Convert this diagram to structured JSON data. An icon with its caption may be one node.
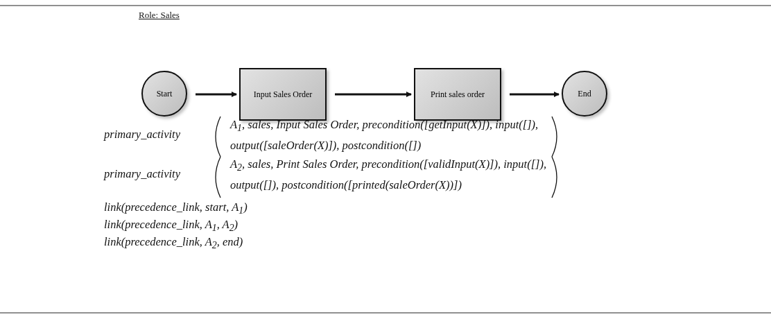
{
  "diagram": {
    "nodes": [
      {
        "text": [
          "Start"
        ]
      },
      {
        "text": [
          "Input Sales Order"
        ]
      },
      {
        "text": [
          "Print sales order"
        ]
      },
      {
        "text": [
          "End"
        ]
      }
    ],
    "edges": [
      {
        "from": 0,
        "to": 1,
        "arrow": "to"
      },
      {
        "from": 1,
        "to": 2,
        "arrow": "to"
      },
      {
        "from": 2,
        "to": 3,
        "arrow": "to"
      }
    ],
    "labels": [
      "Role: Sales",
      "primary_activity",
      "A$_{1}$, sales, Input Sales Order, precondition([getInput(X)]), input([]),",
      "output([saleOrder(X)]), postcondition([])",
      "primary_activity",
      "A$_{2}$, sales, Print Sales Order, precondition([validInput(X)]), input([]),",
      "output([]), postcondition([printed(saleOrder(X))])",
      "link(precedence_link, start, A$_{1}$)",
      "link(precedence_link, A$_{1}$, A$_{2}$)",
      "link(precedence_link, A$_{2}$, end)"
    ]
  }
}
